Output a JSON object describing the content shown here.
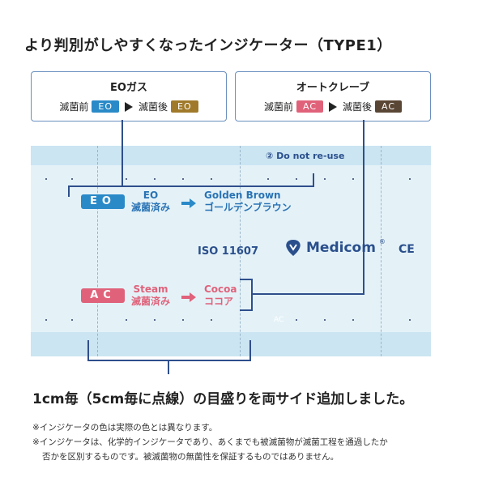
{
  "title": "より判別がしやすくなったインジケーター（TYPE1）",
  "eo_box": {
    "title": "EOガス",
    "before_label": "滅菌前",
    "before_chip": "EO",
    "after_label": "滅菌後",
    "after_chip": "EO",
    "before_color": "#2a8ac8",
    "after_color": "#a07a2a"
  },
  "ac_box": {
    "title": "オートクレーブ",
    "before_label": "滅菌前",
    "before_chip": "AC",
    "after_label": "滅菌後",
    "after_chip": "AC",
    "before_color": "#e0627a",
    "after_color": "#5a4634"
  },
  "strip": {
    "do_not_reuse": "② Do not re-use",
    "eo_chip": "EO",
    "eo_line1": "EO",
    "eo_line2": "滅菌済み",
    "eo_result1": "Golden Brown",
    "eo_result2": "ゴールデンブラウン",
    "ac_chip": "AC",
    "ac_line1": "Steam",
    "ac_line2": "滅菌済み",
    "ac_result1": "Cocoa",
    "ac_result2": "ココア",
    "iso": "ISO 11607",
    "brand": "Medicom",
    "ce": "CE",
    "faint_ac": "AC"
  },
  "caption": "1cm毎（5cm毎に点線）の目盛りを両サイド追加しました。",
  "notes": [
    "※インジケータの色は実際の色とは異なります。",
    "※インジケータは、化学的インジケータであり、あくまでも被滅菌物が滅菌工程を通過したか",
    "否かを区別するものです。被滅菌物の無菌性を保証するものではありません。"
  ]
}
